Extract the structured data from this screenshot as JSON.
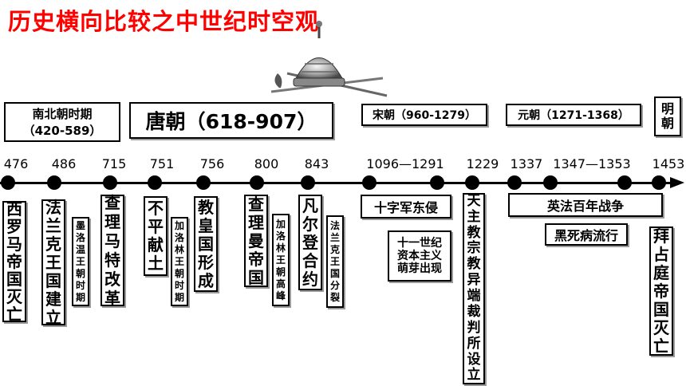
{
  "title": "历史横向比较之中世纪时空观",
  "dynasties": {
    "nanbei": {
      "name": "南北朝时期",
      "years": "（420-589）"
    },
    "tang": "唐朝（618-907）",
    "song": "宋朝（960-1279）",
    "yuan": "元朝（1271-1368）",
    "ming": "明朝"
  },
  "years": [
    "476",
    "486",
    "715",
    "751",
    "756",
    "800",
    "843",
    "1096—1291",
    "1229",
    "1337",
    "1347—1353",
    "1453"
  ],
  "events": {
    "e476": "西罗马帝国灭亡",
    "e486": "法兰克王国建立",
    "e486b": "墨洛温王朝时期",
    "e715": "查理马特改革",
    "e751": "不平献土",
    "e751b": "加洛林王朝时期",
    "e756": "教皇国形成",
    "e800": "查理曼帝国",
    "e800b": "加洛林王朝高峰",
    "e843": "凡尔登合约",
    "e843b": "法兰克王国分裂",
    "crusade": "十字军东侵",
    "capitalism": "十一世纪\n资本主义\n萌芽出现",
    "e1229": "天主教宗教异端裁判所设立",
    "hundred": "英法百年战争",
    "plague": "黑死病流行",
    "e1453": "拜占庭帝国灭亡"
  }
}
